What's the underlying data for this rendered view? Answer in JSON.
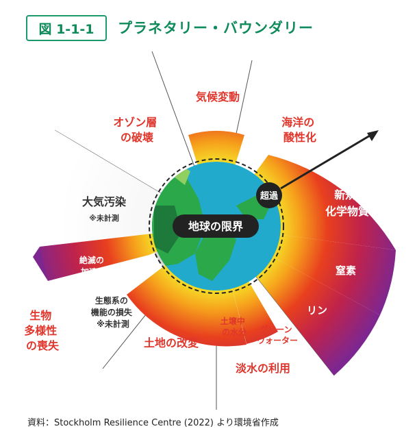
{
  "figure": {
    "label": "図 1-1-1",
    "title": "プラネタリー・バウンダリー",
    "source": "資料：Stockholm Resilience Centre (2022) より環境省作成"
  },
  "center": {
    "label": "地球の限界",
    "exceeded_label": "超過"
  },
  "sectors": {
    "climate": {
      "label": "気候変動"
    },
    "ocean": {
      "lines": [
        "海洋の",
        "酸性化"
      ]
    },
    "novel": {
      "lines": [
        "新規",
        "化学物質"
      ]
    },
    "nitrogen": {
      "label": "窒素"
    },
    "phosphorus": {
      "label": "リン"
    },
    "green_water": {
      "lines": [
        "グリーン",
        "ウォーター"
      ]
    },
    "freshwater": {
      "label": "淡水の利用"
    },
    "soil_water": {
      "lines": [
        "土壌中",
        "の水分"
      ]
    },
    "land": {
      "label": "土地の改変"
    },
    "functional": {
      "lines": [
        "生態系の",
        "機能の損失",
        "※未計測"
      ]
    },
    "genetic": {
      "lines": [
        "絶滅の",
        "加速度"
      ]
    },
    "biodiversity": {
      "lines": [
        "生物",
        "多様性",
        "の喪失"
      ]
    },
    "aerosol": {
      "label": "大気汚染",
      "note": "※未計測"
    },
    "ozone": {
      "lines": [
        "オゾン層",
        "の破壊"
      ]
    }
  },
  "colors": {
    "brand_green": "#0f8a5a",
    "label_red": "#e0362c",
    "safe_green": "#2aa84a",
    "danger_purple": "#8a2a8f",
    "ocean_blue": "#22aacc"
  }
}
